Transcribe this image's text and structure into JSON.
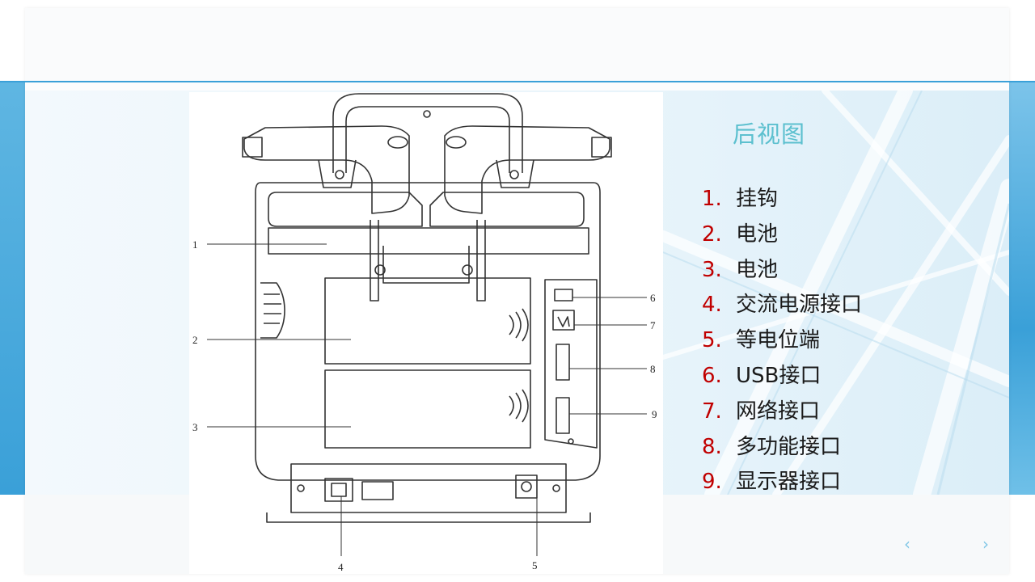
{
  "slide": {
    "title": "后视图",
    "items": [
      {
        "num": "1.",
        "label": "挂钩"
      },
      {
        "num": "2.",
        "label": "电池"
      },
      {
        "num": "3.",
        "label": "电池"
      },
      {
        "num": "4.",
        "label": "交流电源接口"
      },
      {
        "num": "5.",
        "label": "等电位端"
      },
      {
        "num": "6.",
        "label": "USB接口"
      },
      {
        "num": "7.",
        "label": "网络接口"
      },
      {
        "num": "8.",
        "label": "多功能接口"
      },
      {
        "num": "9.",
        "label": "显示器接口"
      }
    ]
  },
  "figure": {
    "callouts": [
      "1",
      "2",
      "3",
      "4",
      "5",
      "6",
      "7",
      "8",
      "9"
    ]
  },
  "nav": {
    "prev": "‹",
    "next": "›"
  },
  "colors": {
    "accent_blue": "#3aa0d8",
    "title_teal": "#5cc0cf",
    "number_red": "#c00000"
  }
}
